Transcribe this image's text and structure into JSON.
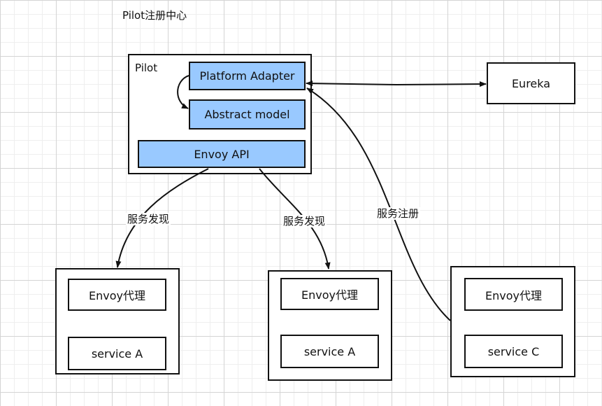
{
  "title": "Pilot注册中心",
  "pilot": {
    "label": "Pilot",
    "platform_adapter": "Platform Adapter",
    "abstract_model": "Abstract model",
    "envoy_api": "Envoy API"
  },
  "eureka": "Eureka",
  "edges": {
    "discovery_left": "服务发现",
    "discovery_middle": "服务发现",
    "registration": "服务注册"
  },
  "services": [
    {
      "proxy": "Envoy代理",
      "service": "service A"
    },
    {
      "proxy": "Envoy代理",
      "service": "service A"
    },
    {
      "proxy": "Envoy代理",
      "service": "service C"
    }
  ],
  "colors": {
    "component_fill": "#99c9ff",
    "stroke": "#111111"
  }
}
